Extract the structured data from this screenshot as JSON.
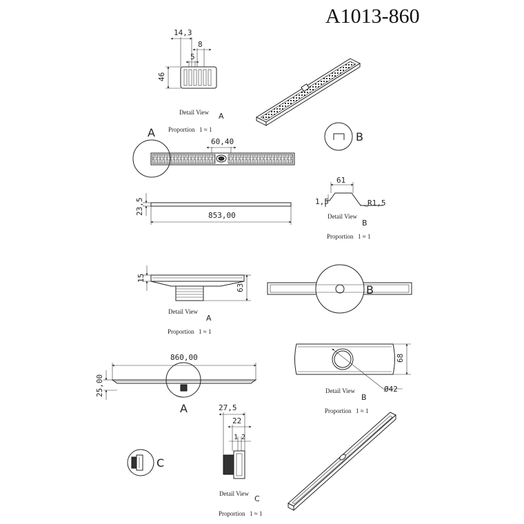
{
  "title": "A1013-860",
  "caption": {
    "detail_view": "Detail View",
    "proportion": "Proportion",
    "ratio": "1 ≈ 1"
  },
  "markers": {
    "a": "A",
    "b": "B",
    "c": "C"
  },
  "dimensions": {
    "detail_a_top": {
      "width_total": "14,3",
      "width_mid": "8",
      "width_slot": "5",
      "height": "46"
    },
    "grate_opening": "60,40",
    "grate_height": "23,5",
    "grate_length": "853,00",
    "detail_b_top": {
      "width": "61",
      "left": "1,5",
      "radius": "R1,5"
    },
    "detail_a_mid": {
      "flange": "15",
      "height": "63"
    },
    "channel_length": "860,00",
    "channel_height": "25,00",
    "outlet_height": "68",
    "outlet_diameter": "Ø42",
    "detail_c": {
      "width_total": "27,5",
      "width_mid": "22",
      "left": "1",
      "right": "2"
    }
  }
}
